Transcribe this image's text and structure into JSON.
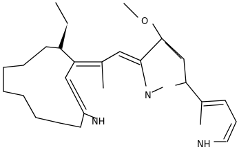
{
  "molecule": {
    "atom_labels": {
      "oxygen": "O",
      "imine_nitrogen": "N",
      "pyrrole_nh_ring": "NH",
      "pyrrole_nh_terminal": "NH"
    },
    "stereo_bond": "wedge"
  }
}
